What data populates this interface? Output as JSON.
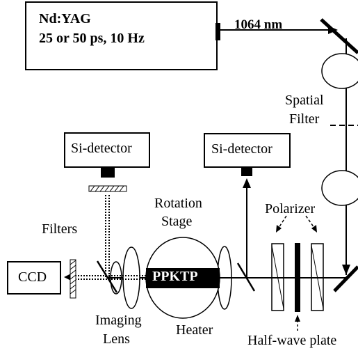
{
  "laser": {
    "name": "Nd:YAG",
    "spec": "25 or 50 ps, 10 Hz",
    "wavelength": "1064 nm"
  },
  "labels": {
    "spatial_filter_1": "Spatial",
    "spatial_filter_2": "Filter",
    "si_detector_left": "Si-detector",
    "si_detector_right": "Si-detector",
    "rotation_stage_1": "Rotation",
    "rotation_stage_2": "Stage",
    "polarizer": "Polarizer",
    "filters": "Filters",
    "ccd": "CCD",
    "crystal": "PPKTP",
    "imaging_1": "Imaging",
    "imaging_2": "Lens",
    "heater": "Heater",
    "half_wave_plate": "Half-wave plate"
  }
}
